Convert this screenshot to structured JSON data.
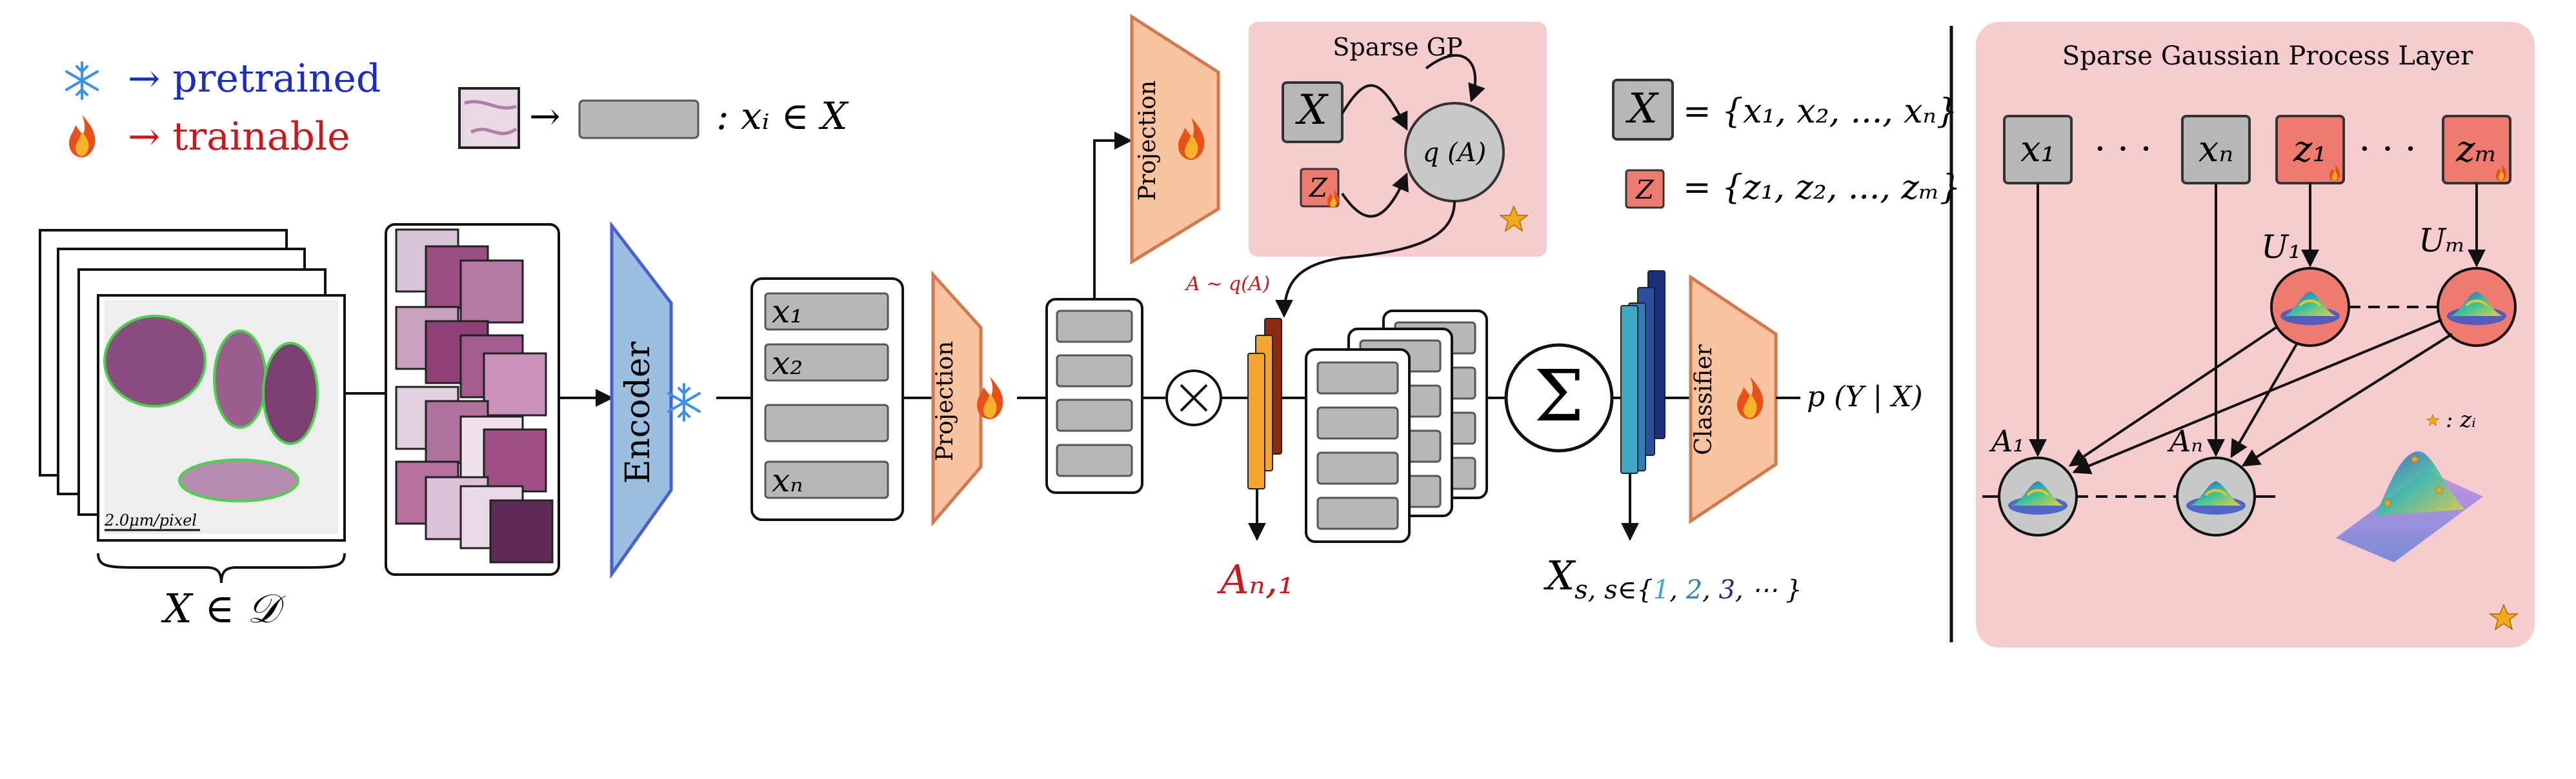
{
  "legend": {
    "pretrained_arrow": "→ pretrained",
    "trainable_arrow": "→ trainable",
    "token_def": ": xᵢ ∈ X"
  },
  "wsi": {
    "scale_label": "2.0μm/pixel",
    "dataset_label": "X ∈ 𝒟"
  },
  "encoder": {
    "label": "Encoder"
  },
  "features": {
    "x1": "x₁",
    "x2": "x₂",
    "xn": "xₙ"
  },
  "projection": {
    "label": "Projection"
  },
  "sparse_gp": {
    "title": "Sparse GP",
    "x_label": "X",
    "z_label": "Z",
    "q_label": "q (A)"
  },
  "definitions": {
    "x_symbol": "X",
    "x_set": "= {x₁, x₂, ..., xₙ}",
    "z_symbol": "Z",
    "z_set": "= {z₁, z₂, ..., zₘ}"
  },
  "sampling_label": "A ∼ q(A)",
  "attention_label": "Aₙ,₁",
  "sum_symbol": "Σ",
  "aggregated": {
    "prefix": "X",
    "subscript": "s, s∈{",
    "s1": "1",
    "s2": "2",
    "s3": "3",
    "tail": ", ⋯ }"
  },
  "classifier": {
    "label": "Classifier"
  },
  "output_label": "p (Y | X)",
  "gp_layer": {
    "title": "Sparse Gaussian Process Layer",
    "x1": "x₁",
    "dots": "· · ·",
    "xn": "xₙ",
    "z1": "z₁",
    "zm": "zₘ",
    "u1": "U₁",
    "um": "Uₘ",
    "a1": "A₁",
    "an": "Aₙ",
    "zi_legend": ": zᵢ"
  },
  "colors": {
    "gp_panel": "#f6cccf",
    "projection": "#f9c3a0",
    "encoder": "#9bbfdf",
    "inducing": "#ef7b70",
    "token_gray": "#b7b7b7",
    "pretrained_text": "#1a2fbf",
    "trainable_text": "#c8191e",
    "attention_orange": "#f5a431",
    "attention_dark": "#8a2a0f",
    "agg_teal": "#3fa9c5",
    "agg_navy": "#1b2f7a"
  },
  "icons": {
    "pretrained": "snowflake-icon",
    "trainable": "flame-icon",
    "inducing_point": "star-icon"
  }
}
